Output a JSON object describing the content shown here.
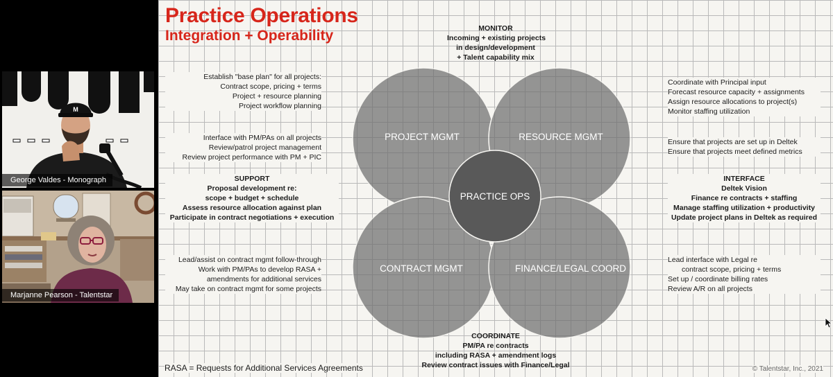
{
  "participants": [
    {
      "name": "George Valdes - Monograph",
      "cap_letter": "M"
    },
    {
      "name": "Marjanne Pearson - Talentstar"
    }
  ],
  "slide": {
    "title": "Practice Operations",
    "subtitle": "Integration + Operability",
    "circles": {
      "project": "PROJECT MGMT",
      "resource": "RESOURCE MGMT",
      "contract": "CONTRACT MGMT",
      "finance": "FINANCE/LEGAL COORD",
      "center": "PRACTICE OPS"
    },
    "monitor": {
      "heading": "MONITOR",
      "lines": [
        "Incoming + existing projects",
        "in design/development",
        "+ Talent capability mix"
      ]
    },
    "left_top": [
      "Establish \"base plan\" for all projects:",
      "Contract scope, pricing + terms",
      "Project + resource planning",
      "Project workflow planning"
    ],
    "left_mid": [
      "Interface with PM/PAs on all projects",
      "Review/patrol project management",
      "Review project performance with PM + PIC"
    ],
    "support": {
      "heading": "SUPPORT",
      "lines": [
        "Proposal development re:",
        "scope + budget + schedule",
        "Assess resource allocation against plan",
        "Participate in contract negotiations + execution"
      ]
    },
    "left_bottom": [
      "Lead/assist on contract mgmt follow-through",
      "Work with PM/PAs to develop RASA +",
      "amendments for additional services",
      "May take on contract mgmt for some projects"
    ],
    "right_top": [
      "Coordinate with Principal input",
      "Forecast resource capacity + assignments",
      "Assign resource allocations to project(s)",
      "Monitor staffing utilization"
    ],
    "right_mid": [
      "Ensure that projects are set up in Deltek",
      "Ensure that projects meet defined metrics"
    ],
    "interface": {
      "heading": "INTERFACE",
      "lines": [
        "Deltek Vision",
        "Finance re contracts + staffing",
        "Manage staffing utilization + productivity",
        "Update project plans in Deltek as required"
      ]
    },
    "right_bottom": [
      "Lead interface with Legal re",
      "contract scope, pricing + terms",
      "Set up / coordinate billing rates",
      "Review A/R on all projects"
    ],
    "coordinate": {
      "heading": "COORDINATE",
      "lines": [
        "PM/PA re contracts",
        "including RASA + amendment logs",
        "Review contract issues with Finance/Legal"
      ]
    },
    "footnote": "RASA = Requests for Additional Services Agreements",
    "copyright": "© Talentstar, Inc., 2021"
  },
  "colors": {
    "title_red": "#d7261b",
    "circle_gray": "#6f6f6f",
    "center_gray": "#5a5a5a",
    "text_dark": "#1b1b1b"
  }
}
